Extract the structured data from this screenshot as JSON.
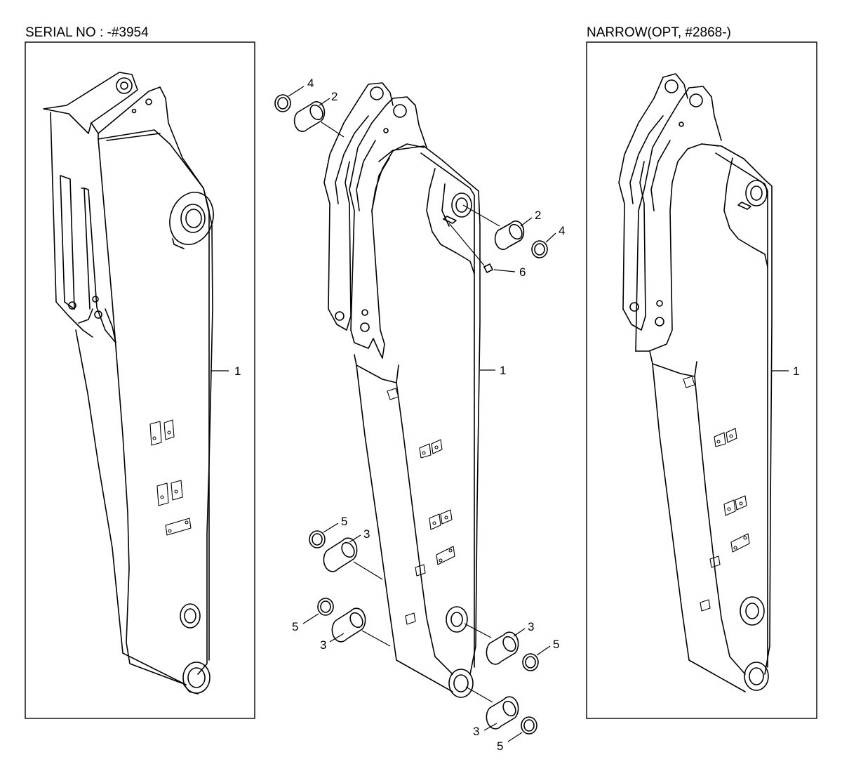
{
  "titles": {
    "left": "SERIAL NO : -#3954",
    "right": "NARROW(OPT, #2868-)"
  },
  "callouts": {
    "left_arm": "1",
    "center_arm": "1",
    "right_arm": "1",
    "bush_top_left": "2",
    "bush_top_right": "2",
    "shim_top_left": "4",
    "shim_top_right": "4",
    "grease_fitting": "6",
    "bush_mid_upper": "3",
    "shim_mid_upper": "5",
    "bush_mid_lower": "3",
    "shim_mid_lower": "5",
    "bush_right_mid": "3",
    "shim_right_mid": "5",
    "bush_bottom": "3",
    "shim_bottom": "5"
  }
}
